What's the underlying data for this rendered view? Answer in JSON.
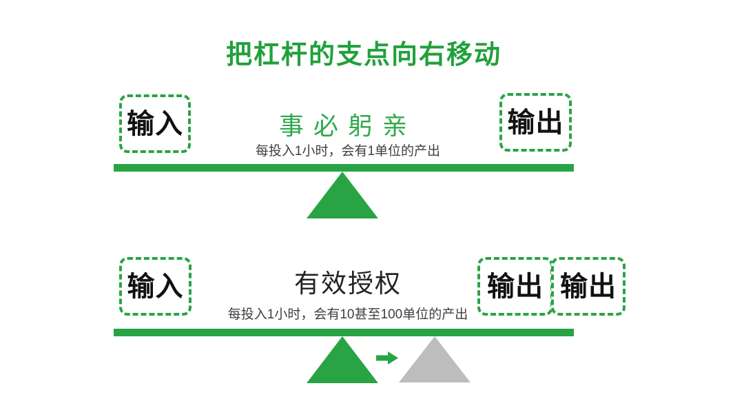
{
  "slide": {
    "title": "把杠杆的支点向右移动"
  },
  "colors": {
    "accent_green": "#28A444",
    "heading_green": "#2FA94C",
    "fulcrum_gray": "#BDBDBD",
    "label_black": "#111111",
    "subtitle_gray": "#3F3F3F"
  },
  "lever_before": {
    "input_label": "输入",
    "heading": "事必躬亲",
    "subtitle": "每投入1小时，会有1单位的产出",
    "output_labels": [
      "输出"
    ]
  },
  "lever_after": {
    "input_label": "输入",
    "heading": "有效授权",
    "subtitle": "每投入1小时，会有10甚至100单位的产出",
    "output_labels": [
      "输出",
      "输出"
    ]
  }
}
